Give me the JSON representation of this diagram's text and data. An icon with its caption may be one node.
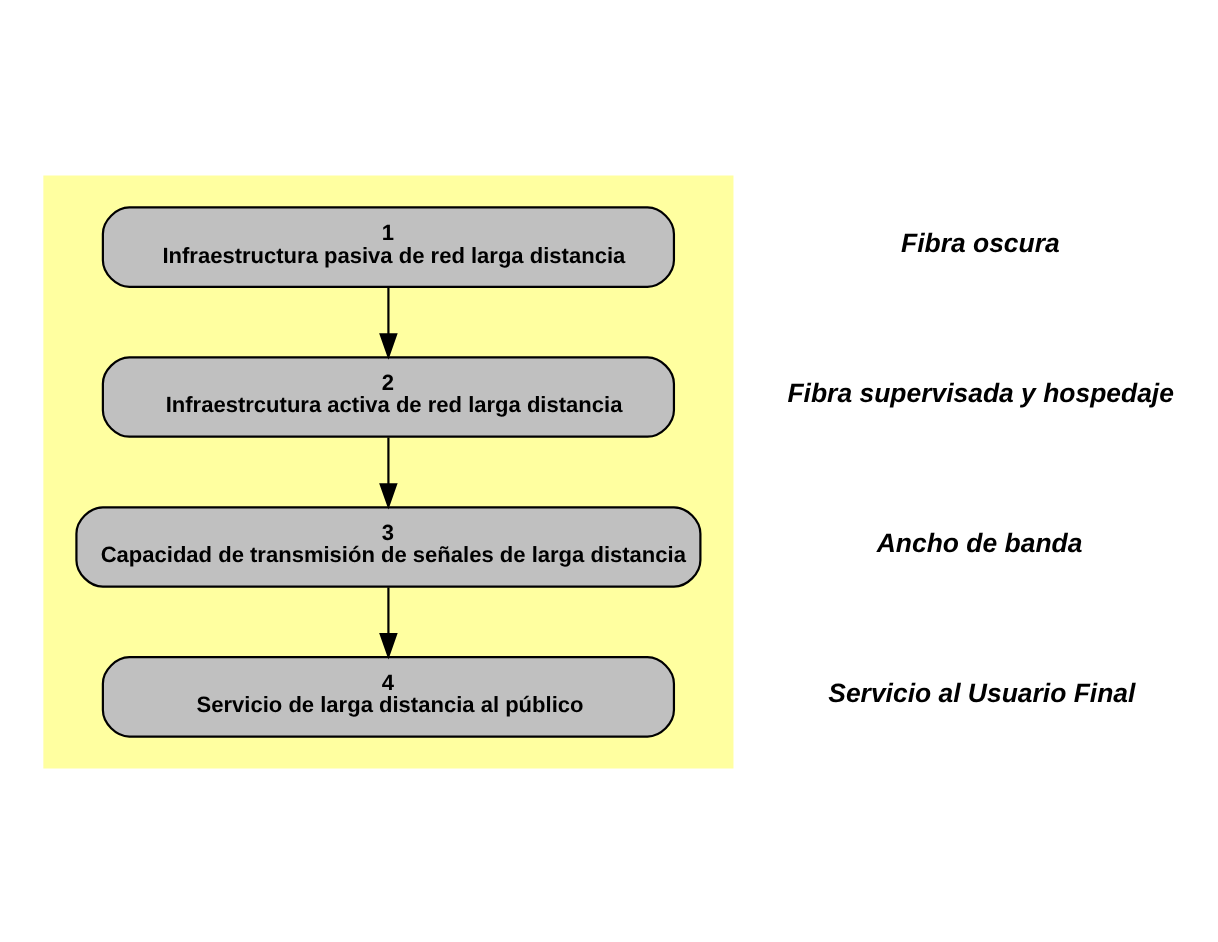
{
  "diagram": {
    "nodes": [
      {
        "text": [],
        "shape": "box"
      },
      {
        "text": [
          "1",
          "Infraestructura pasiva de red larga distancia"
        ],
        "in": 0
      },
      {
        "text": [
          "2",
          "Infraestrcutura activa de red larga distancia"
        ],
        "in": 0
      },
      {
        "text": [
          "3",
          "Capacidad de transmisión de señales de larga distancia"
        ],
        "in": 0
      },
      {
        "text": [
          "4",
          "Servicio de larga distancia al público"
        ],
        "in": 0
      }
    ],
    "labels": [
      "Fibra oscura",
      "Fibra supervisada y hospedaje",
      "Ancho de banda",
      "Servicio al Usuario Final"
    ],
    "edges": [
      {
        "from": 1,
        "to": 2,
        "arrow": "to"
      },
      {
        "from": 2,
        "to": 3,
        "arrow": "to"
      },
      {
        "from": 3,
        "to": 4,
        "arrow": "to"
      }
    ]
  }
}
